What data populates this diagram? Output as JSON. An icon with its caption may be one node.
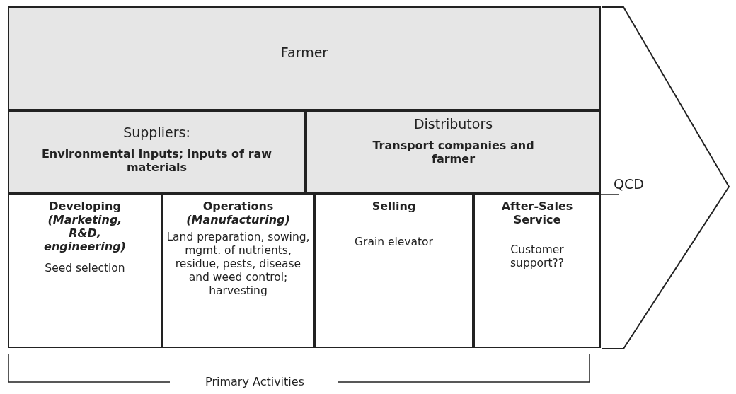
{
  "diagram": {
    "nodes": [
      {
        "text": [
          "Farmer"
        ]
      },
      {
        "text": [
          "Suppliers:",
          "Environmental inputs; inputs of raw materials"
        ]
      },
      {
        "text": [
          "Distributors",
          "Transport companies and farmer"
        ]
      },
      {
        "text": [
          "Developing",
          "(Marketing, R&D, engineering)",
          "Seed selection"
        ]
      },
      {
        "text": [
          "Operations",
          "(Manufacturing)",
          "Land preparation, sowing, mgmt. of nutrients, residue, pests, disease and weed control; harvesting"
        ]
      },
      {
        "text": [
          "Selling",
          "Grain elevator"
        ]
      },
      {
        "text": [
          "After-Sales Service",
          "Customer support??"
        ]
      },
      {
        "text": [
          "QCD"
        ]
      }
    ],
    "labels": [
      "Primary Activities"
    ]
  }
}
